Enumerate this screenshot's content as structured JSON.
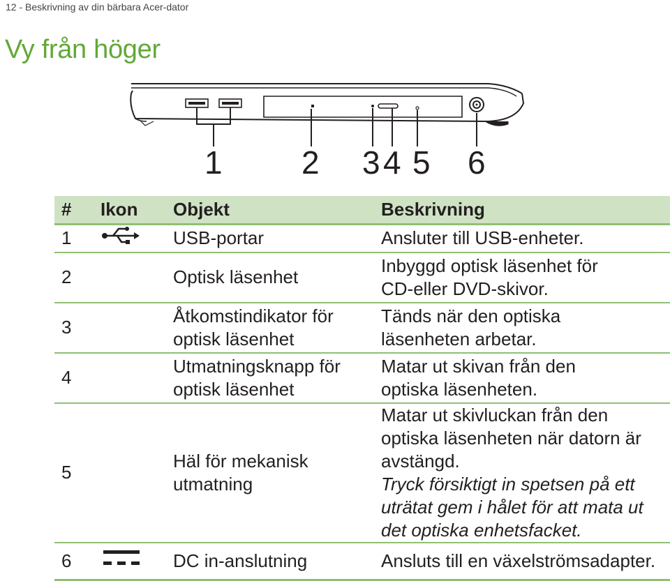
{
  "header": {
    "page_label": "12 - Beskrivning av din bärbara Acer-dator"
  },
  "section": {
    "title": "Vy från höger"
  },
  "diagram": {
    "callouts": [
      "1",
      "2",
      "3",
      "4",
      "5",
      "6"
    ]
  },
  "table": {
    "headers": {
      "num": "#",
      "icon": "Ikon",
      "object": "Objekt",
      "description": "Beskrivning"
    },
    "rows": [
      {
        "num": "1",
        "icon": "usb-icon",
        "object": "USB-portar",
        "description": "Ansluter till USB-enheter."
      },
      {
        "num": "2",
        "icon": "",
        "object": "Optisk läsenhet",
        "description": "Inbyggd optisk läsenhet för CD-eller DVD-skivor."
      },
      {
        "num": "3",
        "icon": "",
        "object": "Åtkomstindikator för optisk läsenhet",
        "description": "Tänds när den optiska läsenheten arbetar."
      },
      {
        "num": "4",
        "icon": "",
        "object": "Utmatningsknapp för optisk läsenhet",
        "description": "Matar ut skivan från den optiska läsenheten."
      },
      {
        "num": "5",
        "icon": "",
        "object": "Häl för mekanisk utmatning",
        "description": "Matar ut skivluckan från den optiska läsenheten när datorn är avstängd.",
        "description_note": "Tryck försiktigt in spetsen på ett uträtat gem i hålet för att mata ut det optiska enhetsfacket."
      },
      {
        "num": "6",
        "icon": "dc-icon",
        "object": "DC in-anslutning",
        "description": "Ansluts till en växelströmsadapter."
      }
    ]
  },
  "colors": {
    "accent": "#62a837",
    "header_fill": "#cfe3c4",
    "rule": "#8fbf75"
  }
}
